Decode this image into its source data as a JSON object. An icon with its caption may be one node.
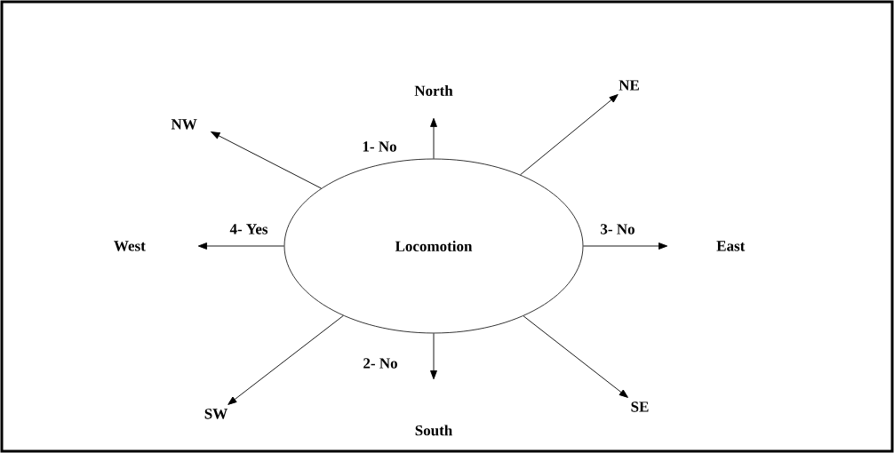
{
  "diagram": {
    "nodes": [
      {
        "text": [
          "Locomotion"
        ]
      },
      {
        "text": [
          "North"
        ]
      },
      {
        "text": [
          "NE"
        ]
      },
      {
        "text": [
          "East"
        ]
      },
      {
        "text": [
          "SE"
        ]
      },
      {
        "text": [
          "South"
        ]
      },
      {
        "text": [
          "SW"
        ]
      },
      {
        "text": [
          "West"
        ]
      },
      {
        "text": [
          "NW"
        ]
      }
    ],
    "edges": [
      {
        "from": 0,
        "to": 1,
        "arrow": "to",
        "label": "1- No"
      },
      {
        "from": 0,
        "to": 2,
        "arrow": "to"
      },
      {
        "from": 0,
        "to": 3,
        "arrow": "to",
        "label": "3- No"
      },
      {
        "from": 0,
        "to": 4,
        "arrow": "to"
      },
      {
        "from": 0,
        "to": 5,
        "arrow": "to",
        "label": "2- No"
      },
      {
        "from": 0,
        "to": 6,
        "arrow": "to"
      },
      {
        "from": 0,
        "to": 7,
        "arrow": "to",
        "label": "4- Yes"
      },
      {
        "from": 0,
        "to": 8,
        "arrow": "to"
      }
    ]
  }
}
